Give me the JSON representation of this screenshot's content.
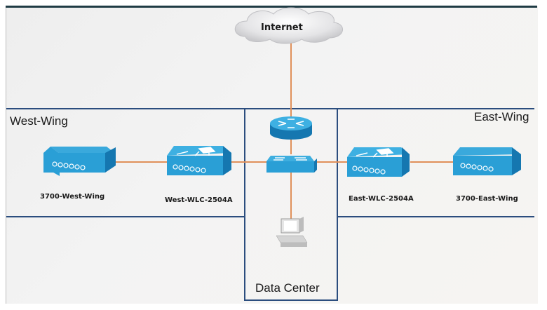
{
  "diagram": {
    "cloud": {
      "label": "Internet"
    },
    "zones": {
      "west": {
        "label": "West-Wing"
      },
      "east": {
        "label": "East-Wing"
      },
      "datacenter": {
        "label": "Data Center"
      }
    },
    "devices": {
      "west_ap": {
        "label": "3700-West-Wing",
        "type": "access-point"
      },
      "west_wlc": {
        "label": "West-WLC-2504A",
        "type": "wireless-lan-controller"
      },
      "router": {
        "label": "",
        "type": "router"
      },
      "core_switch": {
        "label": "",
        "type": "switch"
      },
      "server": {
        "label": "",
        "type": "workstation"
      },
      "east_wlc": {
        "label": "East-WLC-2504A",
        "type": "wireless-lan-controller"
      },
      "east_ap": {
        "label": "3700-East-Wing",
        "type": "access-point"
      }
    },
    "links": [
      [
        "cloud",
        "router"
      ],
      [
        "router",
        "core_switch"
      ],
      [
        "core_switch",
        "server"
      ],
      [
        "west_ap",
        "west_wlc"
      ],
      [
        "west_wlc",
        "core_switch"
      ],
      [
        "core_switch",
        "east_wlc"
      ],
      [
        "east_wlc",
        "east_ap"
      ]
    ],
    "colors": {
      "device_blue": "#2a9fd6",
      "device_dark": "#1577b0",
      "device_top": "#4cb8e6",
      "link": "#e0905a",
      "zone_border": "#2b4d7e"
    }
  }
}
